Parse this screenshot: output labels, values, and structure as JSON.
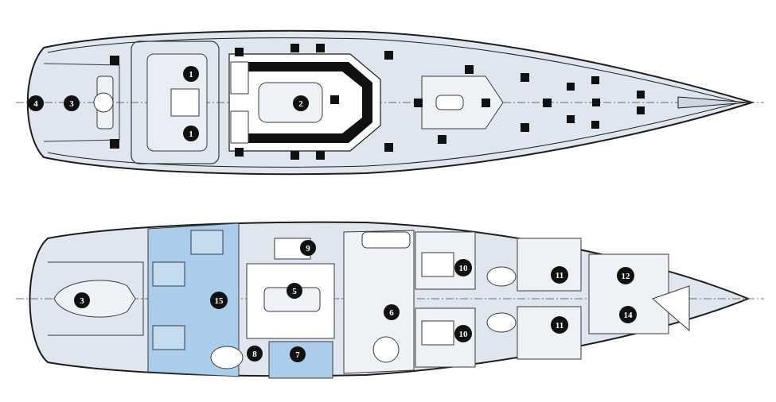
{
  "colors": {
    "hull_fill": "#dfe6ef",
    "hull_stroke": "#1d1d1d",
    "highlight_fill": "#a9cdeb",
    "marker_fill": "#111111",
    "marker_text": "#ffffff",
    "detail_stroke": "#3a3a3a"
  },
  "deck_plan": {
    "markers": [
      {
        "id": "deck-4",
        "label": "4"
      },
      {
        "id": "deck-3",
        "label": "3"
      },
      {
        "id": "deck-1-top",
        "label": "1"
      },
      {
        "id": "deck-1-bottom",
        "label": "1"
      },
      {
        "id": "deck-2",
        "label": "2"
      }
    ]
  },
  "interior_plan": {
    "markers": [
      {
        "id": "int-3",
        "label": "3"
      },
      {
        "id": "int-15",
        "label": "15"
      },
      {
        "id": "int-5",
        "label": "5"
      },
      {
        "id": "int-9",
        "label": "9"
      },
      {
        "id": "int-8",
        "label": "8"
      },
      {
        "id": "int-7",
        "label": "7"
      },
      {
        "id": "int-6",
        "label": "6"
      },
      {
        "id": "int-10-top",
        "label": "10"
      },
      {
        "id": "int-10-bottom",
        "label": "10"
      },
      {
        "id": "int-11-top",
        "label": "11"
      },
      {
        "id": "int-11-bottom",
        "label": "11"
      },
      {
        "id": "int-12",
        "label": "12"
      },
      {
        "id": "int-14",
        "label": "14"
      }
    ]
  }
}
